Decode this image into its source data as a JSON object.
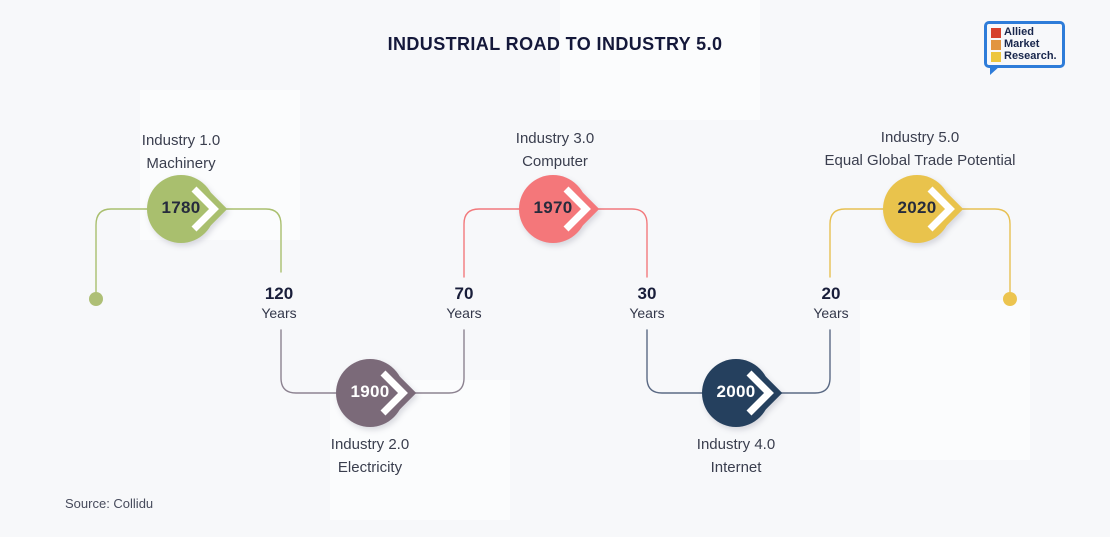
{
  "title": "INDUSTRIAL ROAD TO INDUSTRY 5.0",
  "source": "Source: Collidu",
  "logo": {
    "line1": "Allied",
    "line2": "Market",
    "line3": "Research.",
    "bubble_color": "#2e7cd9",
    "square_colors": [
      "#d6402c",
      "#e2953f",
      "#edc63e"
    ]
  },
  "milestones": [
    {
      "year": "1780",
      "title": "Industry 1.0",
      "subtitle": "Machinery",
      "color": "#a9bf6e",
      "year_text_color": "#262b3c",
      "row": "top"
    },
    {
      "year": "1900",
      "title": "Industry 2.0",
      "subtitle": "Electricity",
      "color": "#7b6a79",
      "year_text_color": "#ffffff",
      "row": "bottom"
    },
    {
      "year": "1970",
      "title": "Industry 3.0",
      "subtitle": "Computer",
      "color": "#f4777a",
      "year_text_color": "#262b3c",
      "row": "top"
    },
    {
      "year": "2000",
      "title": "Industry 4.0",
      "subtitle": "Internet",
      "color": "#25405e",
      "year_text_color": "#ffffff",
      "row": "bottom"
    },
    {
      "year": "2020",
      "title": "Industry 5.0",
      "subtitle": "Equal Global Trade Potential",
      "color": "#e9c34c",
      "year_text_color": "#262b3c",
      "row": "top"
    }
  ],
  "gaps": [
    {
      "value": "120",
      "unit": "Years"
    },
    {
      "value": "70",
      "unit": "Years"
    },
    {
      "value": "30",
      "unit": "Years"
    },
    {
      "value": "20",
      "unit": "Years"
    }
  ]
}
